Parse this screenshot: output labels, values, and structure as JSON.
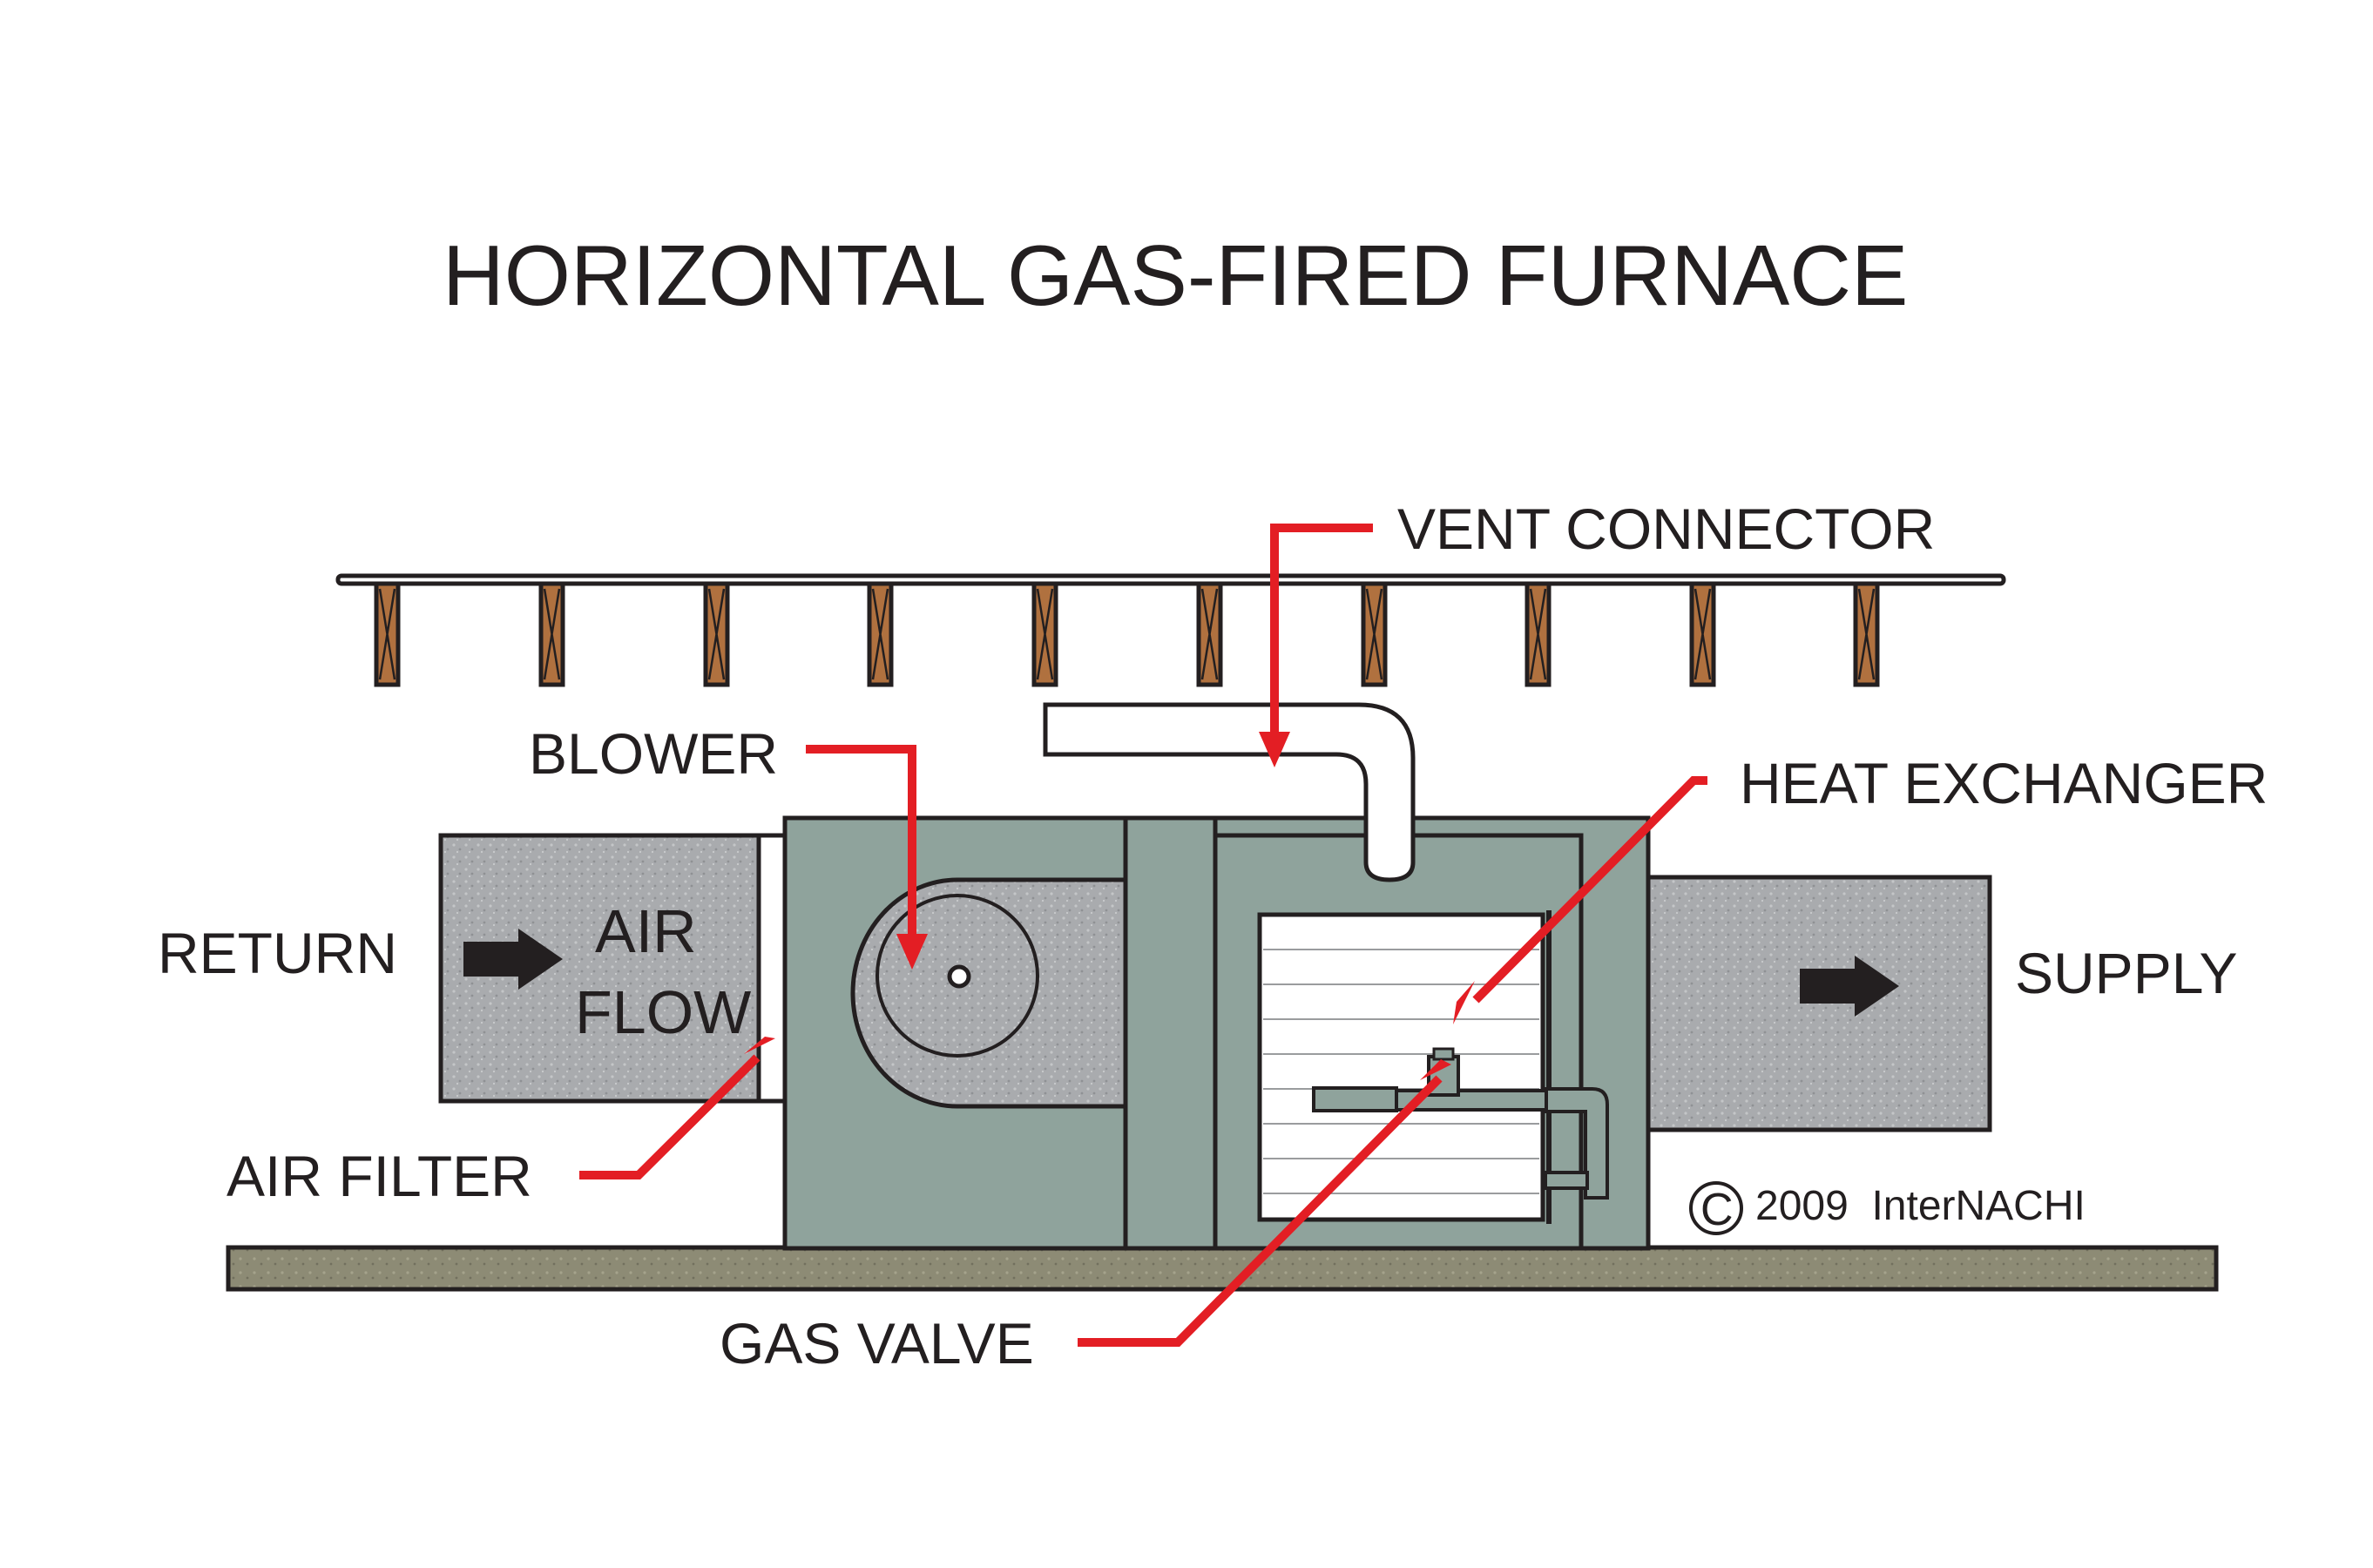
{
  "title": "HORIZONTAL GAS-FIRED FURNACE",
  "labels": {
    "return": "RETURN",
    "supply": "SUPPLY",
    "air_flow_line1": "AIR",
    "air_flow_line2": "FLOW",
    "blower": "BLOWER",
    "vent_connector": "VENT CONNECTOR",
    "heat_exchanger": "HEAT EXCHANGER",
    "air_filter": "AIR FILTER",
    "gas_valve": "GAS VALVE"
  },
  "copyright": {
    "symbol": "C",
    "text": "2009  InterNACHI"
  },
  "colors": {
    "callout": "#e31e24",
    "cabinet": "#8fa39c",
    "duct": "#a8aaad",
    "joist": "#b0713f",
    "floor": "#8c8a73",
    "text": "#231f20"
  }
}
